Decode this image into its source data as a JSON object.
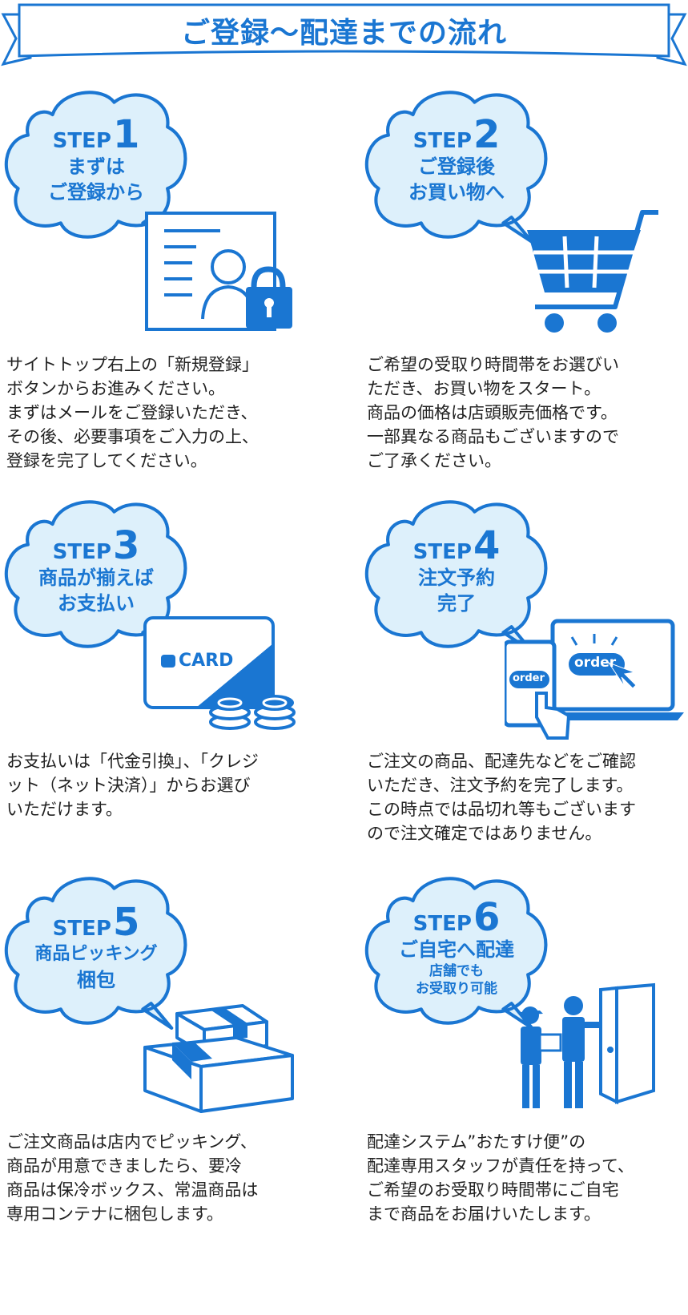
{
  "title": "ご登録〜配達までの流れ",
  "accent": "#1a76d2",
  "step_word": "STEP",
  "steps": [
    {
      "number": "1",
      "lines": [
        "まずは",
        "ご登録から"
      ],
      "description": "サイトトップ右上の「新規登録」\nボタンからお進みください。\nまずはメールをご登録いただき、\nその後、必要事項をご入力の上、\n登録を完了してください。",
      "icon": "document-lock-icon"
    },
    {
      "number": "2",
      "lines": [
        "ご登録後",
        "お買い物へ"
      ],
      "description": "ご希望の受取り時間帯をお選びい\nただき、お買い物をスタート。\n商品の価格は店頭販売価格です。\n一部異なる商品もございますので\nご了承ください。",
      "icon": "shopping-cart-icon"
    },
    {
      "number": "3",
      "lines": [
        "商品が揃えば",
        "お支払い"
      ],
      "description": "お支払いは「代金引換」、「クレジ\nット（ネット決済）」からお選び\nいただけます。",
      "icon": "card-coins-icon",
      "card_label": "CARD"
    },
    {
      "number": "4",
      "lines": [
        "注文予約",
        "完了"
      ],
      "description": "ご注文の商品、配達先などをご確認\nいただき、注文予約を完了します。\nこの時点では品切れ等もございます\nので注文確定ではありません。",
      "icon": "order-devices-icon",
      "order_label": "order"
    },
    {
      "number": "5",
      "lines": [
        "商品ピッキング",
        "梱包"
      ],
      "description": "ご注文商品は店内でピッキング、\n商品が用意できましたら、要冷\n商品は保冷ボックス、常温商品は\n専用コンテナに梱包します。",
      "icon": "packages-icon"
    },
    {
      "number": "6",
      "lines": [
        "ご自宅へ配達"
      ],
      "small_lines": [
        "店舗でも",
        "お受取り可能"
      ],
      "description": "配達システム”おたすけ便”の\n配達専用スタッフが責任を持って、\nご希望のお受取り時間帯にご自宅\nまで商品をお届けいたします。",
      "icon": "delivery-person-icon"
    }
  ]
}
